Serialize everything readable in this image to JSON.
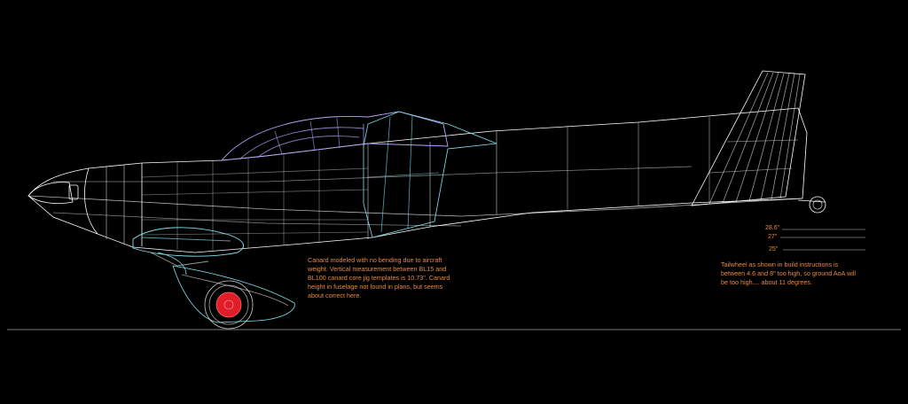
{
  "notes": {
    "canard": "Canard modeled with no bending due to aircraft weight. Vertical measurement between BL15 and BL100 canard core jig templates is 10.73\". Canard height in fuselage not found in plans, but seems about correct here.",
    "tailwheel": "Tailwheel as shown in build instructions is between 4.6 and 8\" too high, so ground AoA will be too high.... about 11 degrees."
  },
  "dimensions": [
    "28.6\"",
    "27\"",
    "25\""
  ],
  "colors": {
    "background": "#000000",
    "wireframe": "#ffffff",
    "canopy": "#b9a6ff",
    "fairing": "#7fe3ef",
    "wheel": "#e11d2a",
    "annotation": "#e8893a"
  }
}
